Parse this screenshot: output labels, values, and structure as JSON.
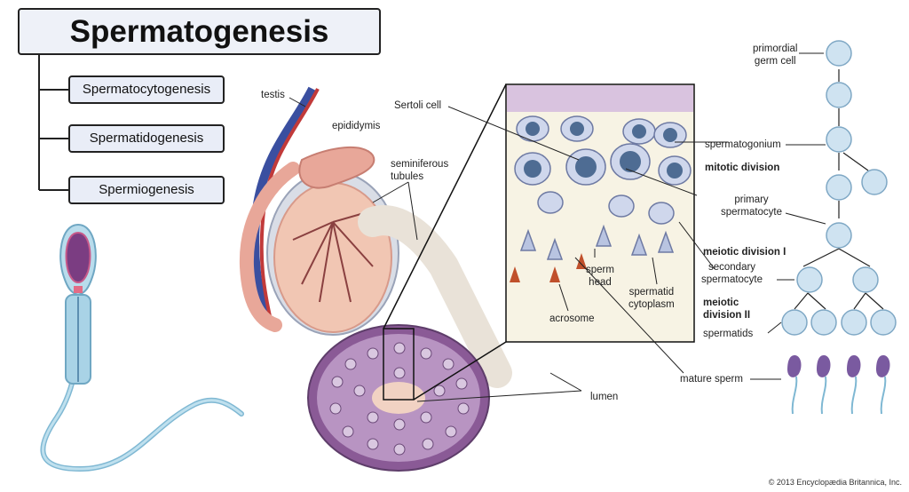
{
  "title": "Spermatogenesis",
  "stages": [
    "Spermatocytogenesis",
    "Spermatidogenesis",
    "Spermiogenesis"
  ],
  "labels": {
    "testis": "testis",
    "epididymis": "epididymis",
    "seminiferous_tubules": "seminiferous\ntubules",
    "sertoli_cell": "Sertoli cell",
    "sperm_head": "sperm\nhead",
    "spermatid_cytoplasm": "spermatid\ncytoplasm",
    "acrosome": "acrosome",
    "lumen": "lumen",
    "mature_sperm": "mature sperm",
    "primordial_germ_cell": "primordial\ngerm cell",
    "spermatogonium": "spermatogonium",
    "mitotic_division": "mitotic division",
    "primary_spermatocyte": "primary\nspermatocyte",
    "meiotic_division_1": "meiotic division I",
    "secondary_spermatocyte": "secondary\nspermatocyte",
    "meiotic_division_2": "meiotic\ndivision II",
    "spermatids": "spermatids"
  },
  "copyright": "© 2013 Encyclopædia Britannica, Inc.",
  "colors": {
    "title_fill": "#eef1f8",
    "box_fill": "#e9edf7",
    "sperm_head": "#7b3d82",
    "sperm_body": "#a9d3e6",
    "cell_fill": "#cfe3f1",
    "nucleus": "#4e6c93",
    "tubule_fill": "#8a5a96",
    "testis_fill": "#f1c6b3"
  }
}
